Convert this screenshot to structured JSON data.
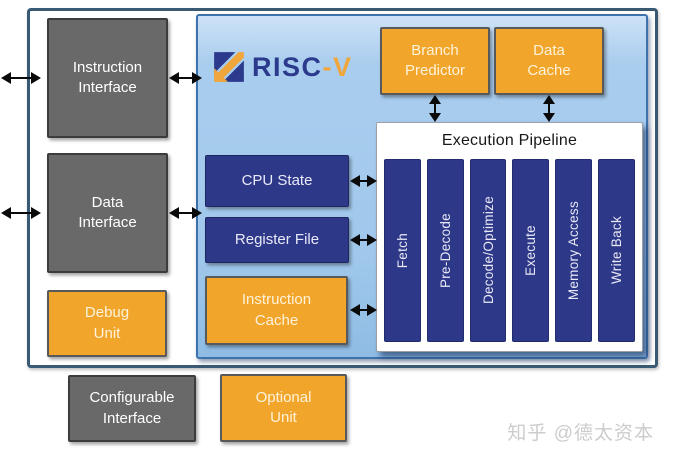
{
  "colors": {
    "orange": "#F2A52B",
    "navy": "#2E3888",
    "gray": "#696969",
    "core_blue": "#A0C8EC",
    "outer_border": "#3A5A73",
    "logo_blue": "#2B3A8C",
    "logo_yellow": "#F1A63B",
    "watermark_gray": "#CCCCCC"
  },
  "logo": {
    "risc": "RISC",
    "v": "-V",
    "name": "RISC-V"
  },
  "left_column": {
    "instruction_interface": "Instruction\nInterface",
    "data_interface": "Data\nInterface",
    "debug_unit": "Debug\nUnit"
  },
  "core": {
    "cpu_state": "CPU State",
    "register_file": "Register File",
    "instruction_cache": "Instruction\nCache",
    "branch_predictor": "Branch\nPredictor",
    "data_cache": "Data\nCache"
  },
  "pipeline": {
    "title": "Execution Pipeline",
    "stages": [
      "Fetch",
      "Pre-Decode",
      "Decode/Optimize",
      "Execute",
      "Memory Access",
      "Write Back"
    ]
  },
  "bottom_row": {
    "configurable_interface": "Configurable\nInterface",
    "optional_unit": "Optional\nUnit"
  },
  "watermark": "知乎 @德太资本"
}
